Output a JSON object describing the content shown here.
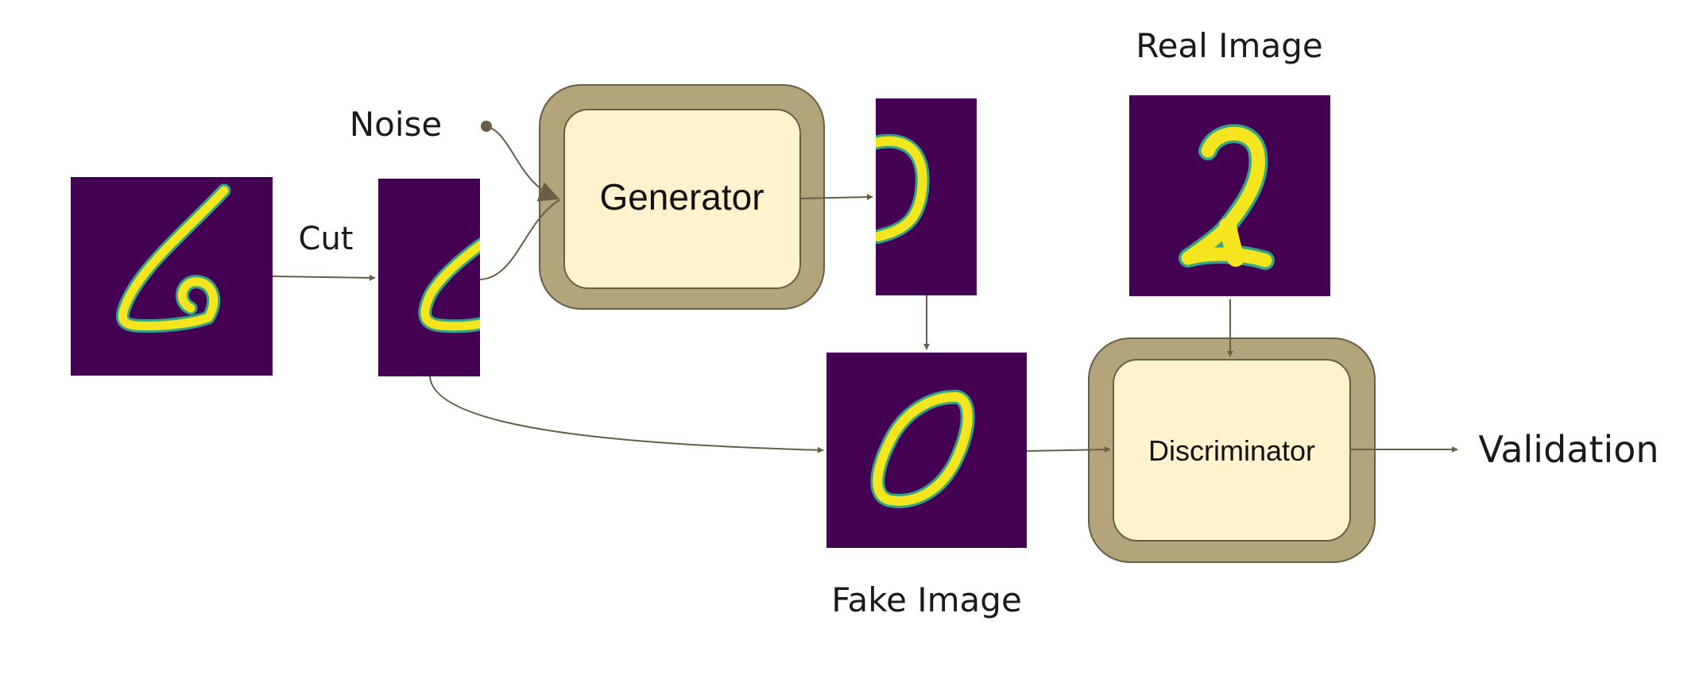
{
  "labels": {
    "cut": "Cut",
    "noise": "Noise",
    "generator": "Generator",
    "discriminator": "Discriminator",
    "real_image": "Real Image",
    "fake_image": "Fake Image",
    "validation": "Validation"
  },
  "colors": {
    "image_background": "#440154",
    "digit_stroke": "#f4e51e",
    "digit_edge": "#33a48a",
    "block_outer": "#b2a57c",
    "block_inner": "#fff2cc",
    "connector": "#6a5d45"
  },
  "images": {
    "input_digit": "6",
    "real_digit": "2",
    "fake_digit": "0"
  }
}
